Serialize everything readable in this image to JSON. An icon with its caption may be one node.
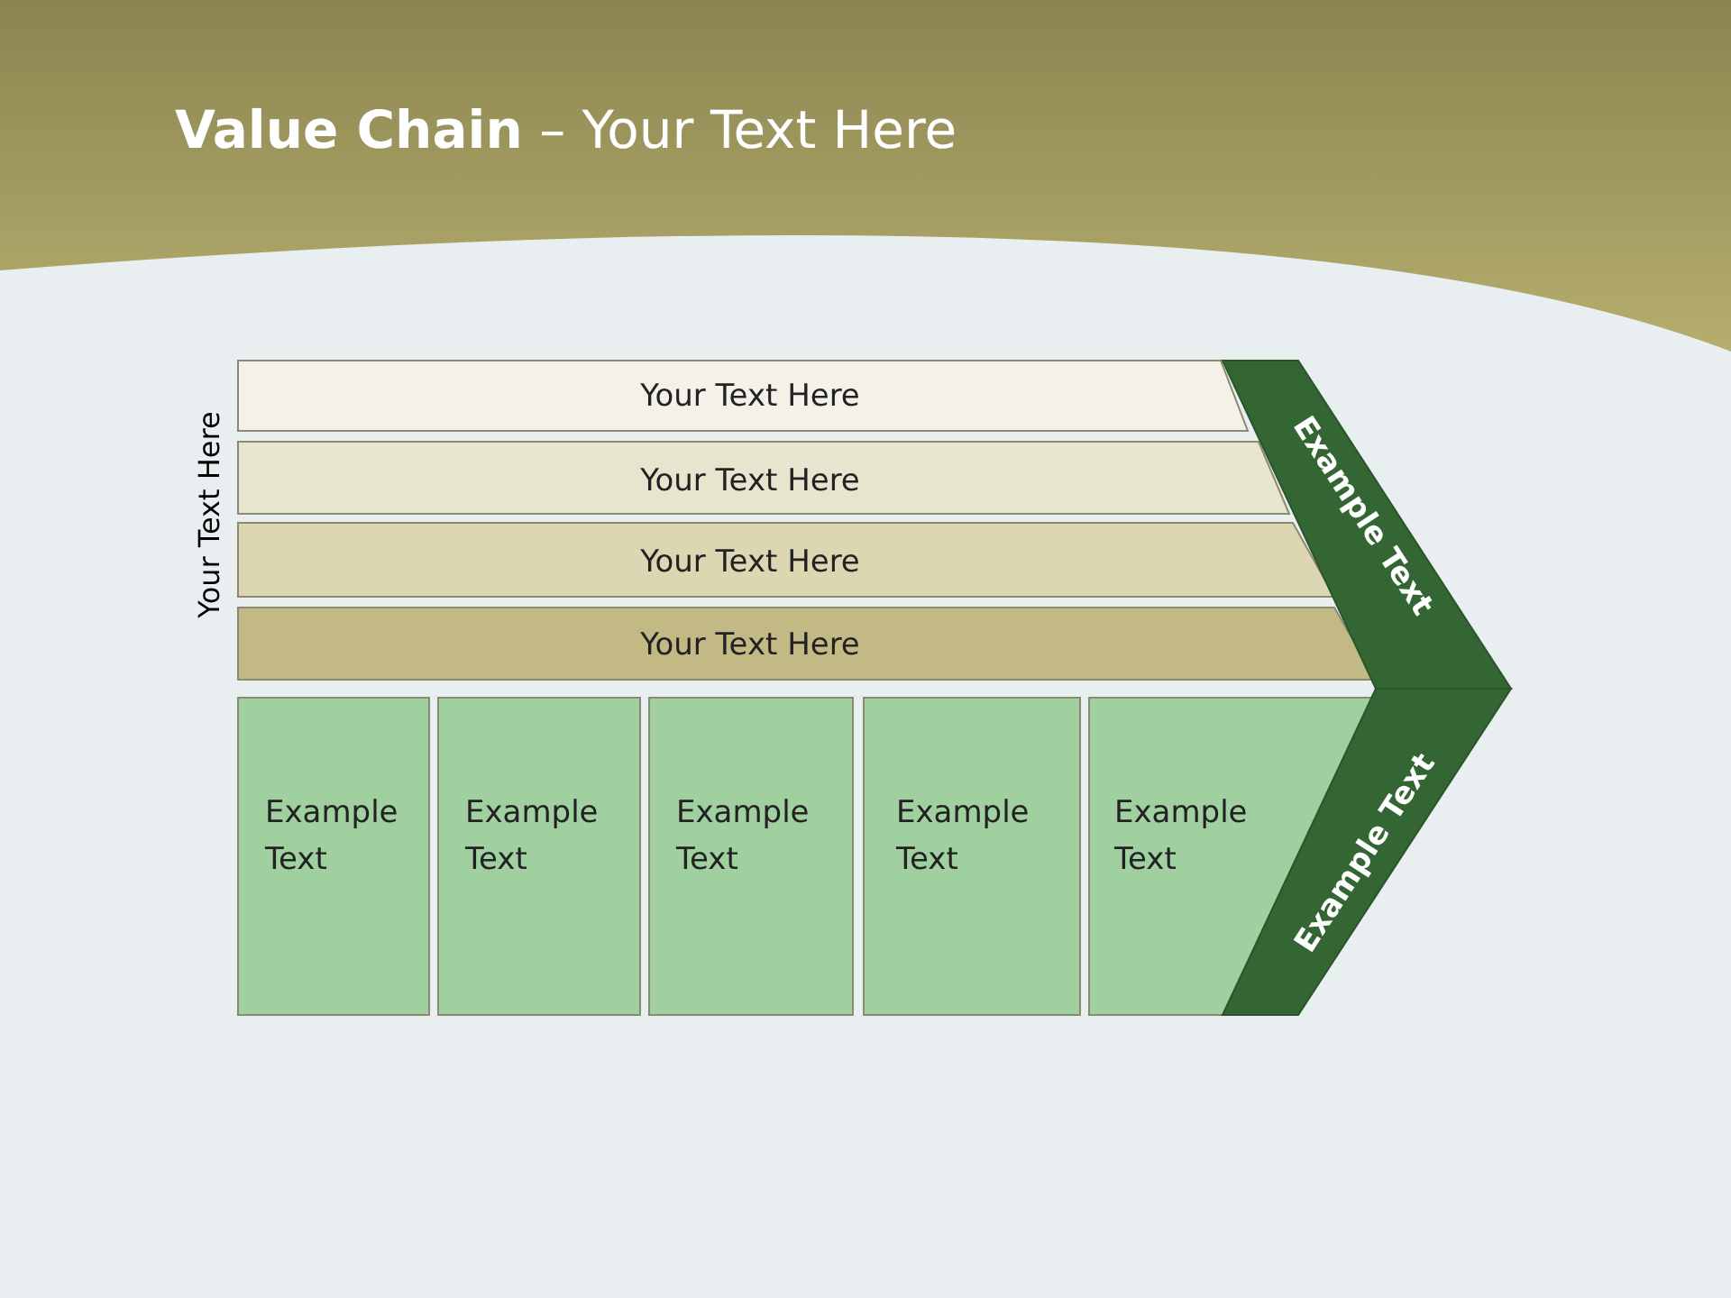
{
  "diagram": {
    "title": "**Value Chain** – Your Text Here",
    "nodes": [
      {
        "text": [
          "Your Text Here"
        ]
      },
      {
        "text": [
          "Your Text Here"
        ]
      },
      {
        "text": [
          "Your Text Here"
        ]
      },
      {
        "text": [
          "Your Text Here"
        ]
      },
      {
        "text": [
          "Example Text"
        ]
      },
      {
        "text": [
          "Example Text"
        ]
      },
      {
        "text": [
          "Example Text"
        ]
      },
      {
        "text": [
          "Example Text"
        ]
      },
      {
        "text": [
          "Example Text"
        ]
      },
      {
        "text": [
          "Example Text"
        ]
      },
      {
        "text": [
          "Example Text"
        ]
      }
    ],
    "labels": [
      "Your Text Here"
    ]
  }
}
